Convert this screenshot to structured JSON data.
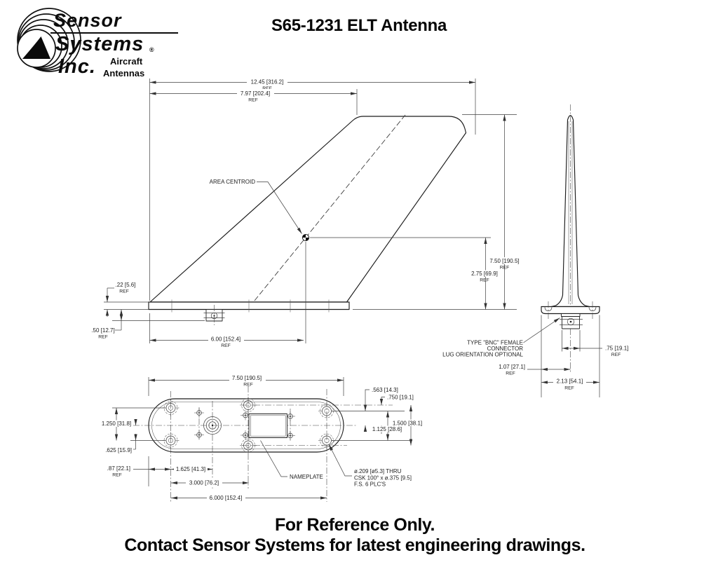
{
  "title": "S65-1231 ELT Antenna",
  "logo": {
    "word1": "Sensor",
    "word2": "Systems",
    "word3": "Inc.",
    "reg": "®",
    "tag1": "Aircraft",
    "tag2": "Antennas"
  },
  "labels": {
    "ref": "REF",
    "area_centroid": "AREA CENTROID",
    "nameplate": "NAMEPLATE",
    "bnc_note_1": "TYPE \"BNC\" FEMALE",
    "bnc_note_2": "CONNECTOR",
    "bnc_note_3": "LUG ORIENTATION OPTIONAL",
    "hole_note_1": "ø.209 [ø5.3] THRU",
    "hole_note_2": "CSK 100° x ø.375 [9.5]",
    "hole_note_3": "F.S. 6 PLC'S"
  },
  "side_view": {
    "overall_length": "12.45 [316.2]",
    "upper_length": "7.97 [202.4]",
    "height": "7.50 [190.5]",
    "centroid_height": "2.75 [69.9]",
    "base_lip": ".22 [5.6]",
    "connector_drop": ".50 [12.7]",
    "centroid_offset": "6.00 [152.4]"
  },
  "front_view": {
    "connector_width": ".75 [19.1]",
    "connector_offset": "1.07 [27.1]",
    "base_width": "2.13 [54.1]"
  },
  "bottom_view": {
    "plate_length": "7.50 [190.5]",
    "hole_up_563": ".563 [14.3]",
    "hole_up_750": ".750 [19.1]",
    "hole_span_1500": "1.500 [38.1]",
    "hole_span_1125": "1.125 [28.6]",
    "hole_span_1250": "1.250 [31.8]",
    "hole_down_625": ".625 [15.9]",
    "edge_to_hole": ".87 [22.1]",
    "hole_to_bnc": "1.625 [41.3]",
    "span_3000": "3.000 [76.2]",
    "span_6000": "6.000 [152.4]"
  },
  "footer": {
    "line1": "For Reference Only.",
    "line2": "Contact Sensor Systems for latest engineering drawings."
  }
}
